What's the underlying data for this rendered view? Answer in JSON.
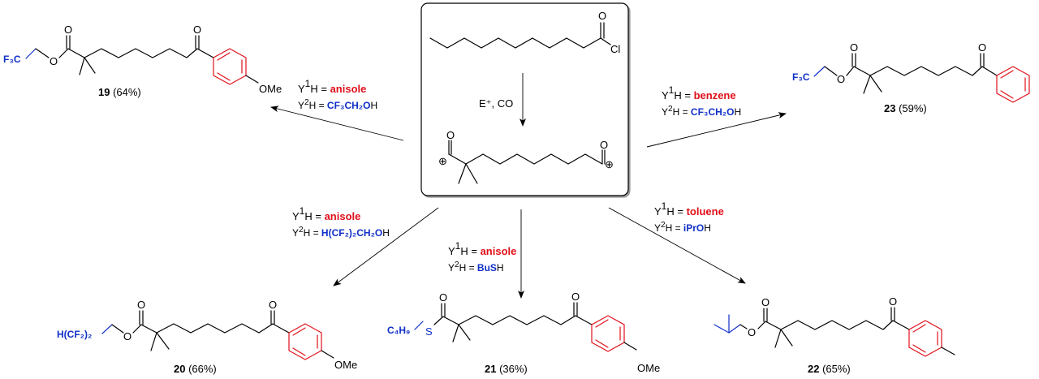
{
  "center": {
    "acyl_cl_O": "O",
    "acyl_cl_Cl": "Cl",
    "reagent_label": "E⁺, CO",
    "acylium_left_O": "O",
    "acylium_right_O": "O",
    "plus_symbol": "⊕"
  },
  "conditions": {
    "c19": {
      "y1_prefix": "Y",
      "y1_sup": "1",
      "y1_mid": "H = ",
      "y1_value": "anisole",
      "y2_prefix": "Y",
      "y2_sup": "2",
      "y2_mid": "H = ",
      "y2_value": "CF₃CH₂O",
      "y2_suffix": "H"
    },
    "c23": {
      "y1_prefix": "Y",
      "y1_sup": "1",
      "y1_mid": "H = ",
      "y1_value": "benzene",
      "y2_prefix": "Y",
      "y2_sup": "2",
      "y2_mid": "H = ",
      "y2_value": "CF₃CH₂O",
      "y2_suffix": "H"
    },
    "c20": {
      "y1_prefix": "Y",
      "y1_sup": "1",
      "y1_mid": "H = ",
      "y1_value": "anisole",
      "y2_prefix": "Y",
      "y2_sup": "2",
      "y2_mid": "H = ",
      "y2_value": "H(CF₂)₂CH₂O",
      "y2_suffix": "H"
    },
    "c21": {
      "y1_prefix": "Y",
      "y1_sup": "1",
      "y1_mid": "H = ",
      "y1_value": "anisole",
      "y2_prefix": "Y",
      "y2_sup": "2",
      "y2_mid": "H = ",
      "y2_value": "BuS",
      "y2_suffix": "H"
    },
    "c22": {
      "y1_prefix": "Y",
      "y1_sup": "1",
      "y1_mid": "H = ",
      "y1_value": "toluene",
      "y2_prefix": "Y",
      "y2_sup": "2",
      "y2_mid": "H = ",
      "y2_value": "iPrO",
      "y2_suffix": "H"
    }
  },
  "products": {
    "p19": {
      "number": "19",
      "yield": " (64%)",
      "ester_group": "F₃C",
      "ester_O": "O",
      "carbonyl_O": "O",
      "ketone_O": "O",
      "aryl_sub": "OMe"
    },
    "p23": {
      "number": "23",
      "yield": " (59%)",
      "ester_group": "F₃C",
      "ester_O": "O",
      "carbonyl_O": "O",
      "ketone_O": "O"
    },
    "p20": {
      "number": "20",
      "yield": " (66%)",
      "ester_group": "H(CF₂)₂",
      "ester_O": "O",
      "carbonyl_O": "O",
      "ketone_O": "O",
      "aryl_sub": "OMe"
    },
    "p21": {
      "number": "21",
      "yield": " (36%)",
      "ester_group": "C₄H₉",
      "ester_O": "S",
      "carbonyl_O": "O",
      "ketone_O": "O",
      "aryl_sub": "OMe"
    },
    "p22": {
      "number": "22",
      "yield": " (65%)",
      "ester_O": "O",
      "carbonyl_O": "O",
      "ketone_O": "O"
    }
  },
  "colors": {
    "aryl": "#e0101a",
    "ester": "#1030c8",
    "text": "#000000",
    "box_border": "#000000"
  }
}
